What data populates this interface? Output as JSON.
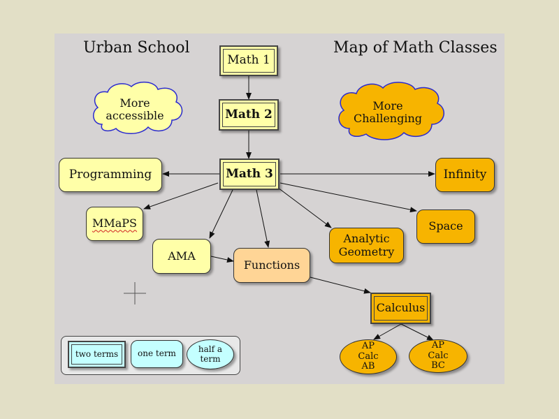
{
  "header": {
    "school": "Urban School",
    "map_title": "Map of Math Classes"
  },
  "clouds": {
    "accessible": "More accessible",
    "challenging": "More Challenging"
  },
  "nodes": {
    "math1": "Math 1",
    "math2": "Math 2",
    "math3": "Math 3",
    "programming": "Programming",
    "infinity": "Infinity",
    "mmaps": "MMaPS",
    "space": "Space",
    "analytic_geometry": "Analytic Geometry",
    "ama": "AMA",
    "functions": "Functions",
    "calculus": "Calculus",
    "ap_calc_ab": "AP Calc AB",
    "ap_calc_bc": "AP Calc BC"
  },
  "legend": {
    "two_terms": "two terms",
    "one_term": "one term",
    "half_term": "half a term"
  },
  "colors": {
    "background": "#e2dfc6",
    "canvas": "#d6d3d3",
    "accessible_fill": "#ffffa8",
    "challenging_fill": "#f7b400",
    "functions_fill": "#ffd596",
    "legend_fill": "#c4ffff",
    "cloud_border": "#2a2ad0"
  },
  "icons": {
    "cursor": "crosshair-icon"
  }
}
